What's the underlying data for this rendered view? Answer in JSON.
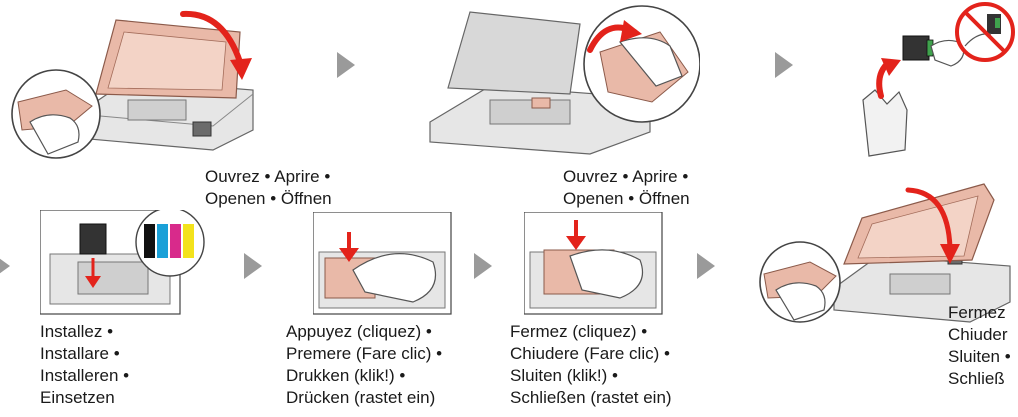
{
  "steps": {
    "step1": {
      "line1": "Ouvrez • Aprire •",
      "line2": "Openen • Öffnen"
    },
    "step2": {
      "line1": "Ouvrez • Aprire •",
      "line2": "Openen • Öffnen"
    },
    "step4": {
      "lines": [
        "Installez •",
        "Installare •",
        "Installeren •",
        "Einsetzen"
      ]
    },
    "step5": {
      "lines": [
        "Appuyez (cliquez) •",
        "Premere (Fare clic) •",
        "Drukken (klik!) •",
        "Drücken (rastet ein)"
      ]
    },
    "step6": {
      "lines": [
        "Fermez (cliquez) •",
        "Chiudere (Fare clic) •",
        "Sluiten (klik!) •",
        "Schließen (rastet ein)"
      ]
    },
    "step7": {
      "lines": [
        "Fermez",
        "Chiuder",
        "Sluiten •",
        "Schließ"
      ]
    }
  },
  "icons": {
    "step_arrow": "chevron-right-icon",
    "prohibited": "no-symbol-icon",
    "lift_arrow": "curved-arrow-icon",
    "press_arrow": "down-arrow-icon"
  },
  "colors": {
    "arrow": "#9a9a9a",
    "scanner_lid": "#e9b9a8",
    "red": "#e3231b",
    "outline": "#555555"
  }
}
